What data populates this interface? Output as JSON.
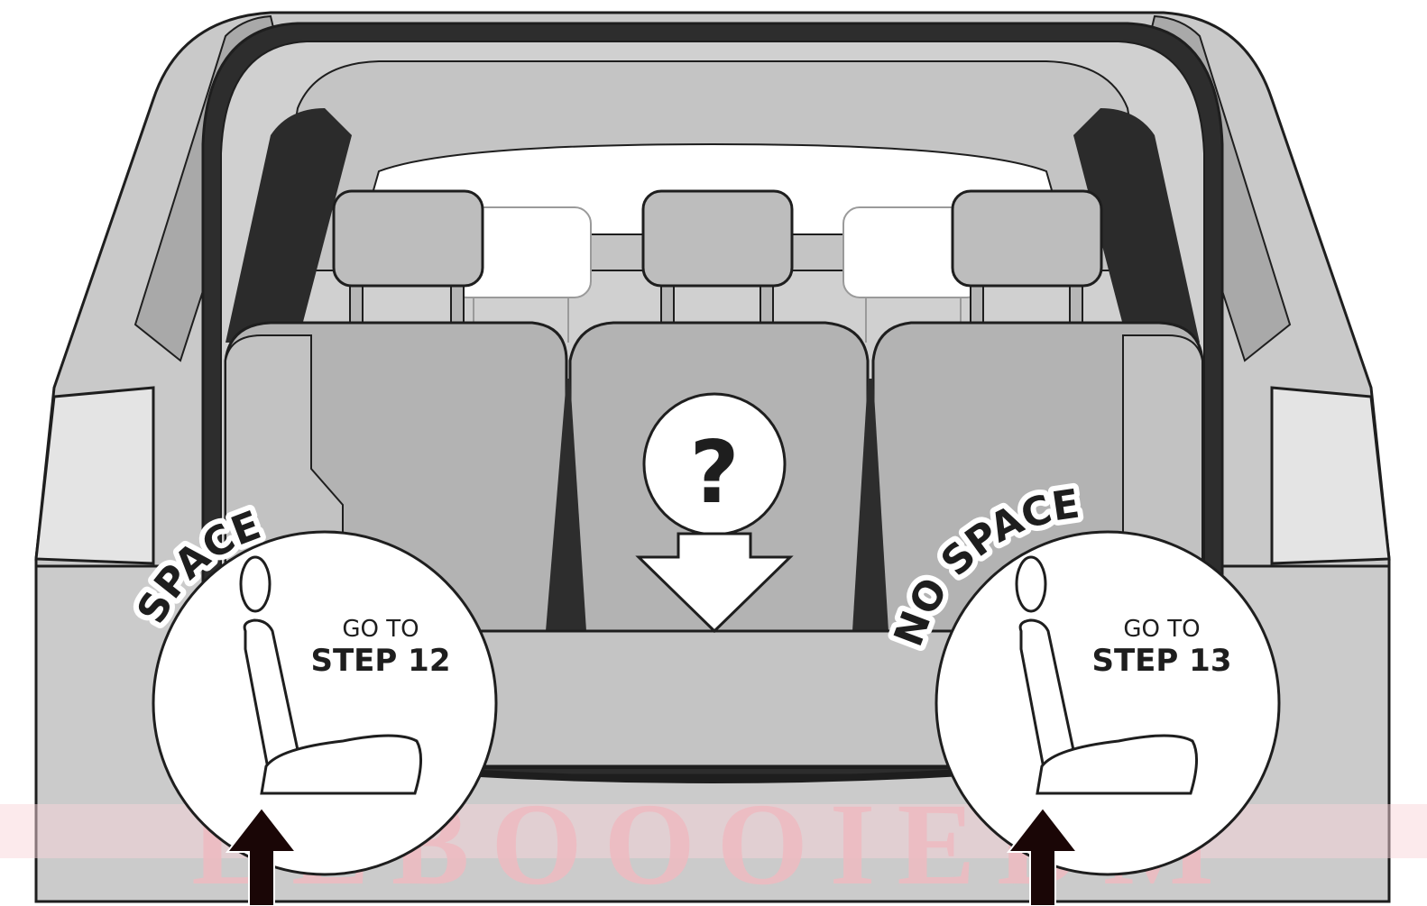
{
  "question_mark": "?",
  "left_option": {
    "curved_label": "SPACE",
    "goto_label": "GO TO",
    "step_label": "STEP 12"
  },
  "right_option": {
    "curved_label": "NO SPACE",
    "goto_label": "GO TO",
    "step_label": "STEP 13"
  },
  "watermark_text": "LEBOOOIEDM",
  "colors": {
    "body": "#c9c9c9",
    "trunk": "#d4d4d4",
    "seat": "#b6b6b6",
    "outline": "#1e1e1e",
    "dark": "#2d2d2d",
    "watermark": "#f2b9bf",
    "arrow_up": "#1a0606",
    "white": "#ffffff"
  }
}
